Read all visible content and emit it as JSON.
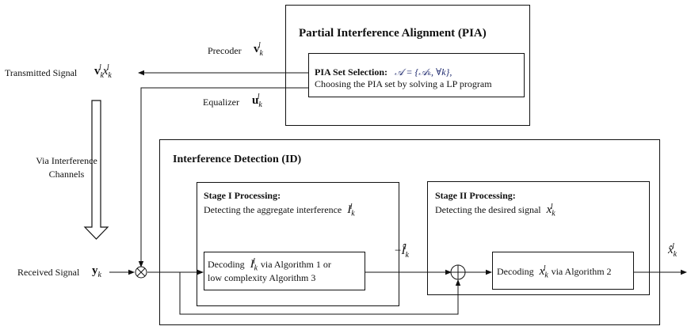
{
  "pia": {
    "title": "Partial Interference Alignment (PIA)",
    "set_selection_label": "PIA Set Selection:",
    "set_formula": "𝒜 = {𝒜ₖ, ∀k},",
    "set_description": "Choosing the PIA set by solving a LP program"
  },
  "precoder": {
    "label": "Precoder",
    "sym": "v",
    "sub": "k",
    "sup": "l"
  },
  "equalizer": {
    "label": "Equalizer",
    "sym": "u",
    "sub": "k",
    "sup": "l"
  },
  "transmitted": {
    "label": "Transmitted Signal",
    "v": "v",
    "x": "x",
    "sub": "k",
    "sup": "l"
  },
  "channel": {
    "line1": "Via Interference",
    "line2": "Channels"
  },
  "received": {
    "label": "Received Signal",
    "sym": "y",
    "sub": "k"
  },
  "id": {
    "title": "Interference Detection (ID)"
  },
  "stage1": {
    "title": "Stage I Processing:",
    "desc": "Detecting the aggregate interference",
    "sym": "I",
    "sub": "k",
    "sup": "l",
    "box_prefix": "Decoding",
    "box_suffix": "via Algorithm 1 or",
    "box_line2": "low complexity Algorithm 3"
  },
  "stage2": {
    "title": "Stage II Processing:",
    "desc": "Detecting the desired signal",
    "sym": "x",
    "sub": "k",
    "sup": "l",
    "box_prefix": "Decoding",
    "box_suffix": "via  Algorithm 2"
  },
  "neg_estimate": {
    "minus": "−",
    "sym": "Î",
    "sub": "k",
    "sup": "l"
  },
  "output": {
    "sym": "x̂",
    "sub": "k",
    "sup": "l"
  },
  "symbols": {
    "multiply": "⊗",
    "add": "⊕"
  }
}
